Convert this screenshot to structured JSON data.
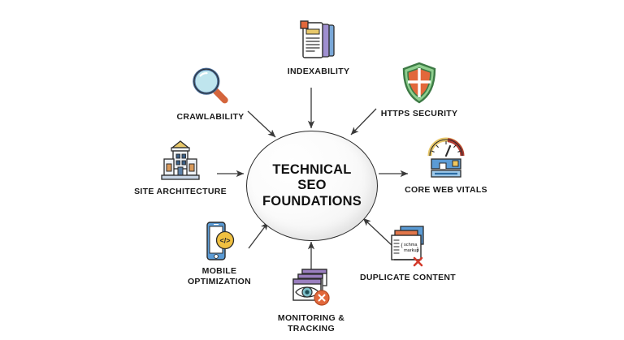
{
  "diagram": {
    "hub": {
      "title": "TECHNICAL\nSEO\nFOUNDATIONS",
      "shape": "circle",
      "fill": "#f2f2f2",
      "stroke": "#2b2b2b"
    },
    "background": "#ffffff",
    "nodes": [
      {
        "id": "indexability",
        "label": "INDEXABILITY",
        "icon": "documents-stack-icon",
        "position": "top",
        "arrow": "inward",
        "colors": {
          "page": "#ffffff",
          "accent": "#e8b54a",
          "back1": "#8f7fc4",
          "back2": "#7aa8d8",
          "badge": "#e2683b"
        }
      },
      {
        "id": "crawlability",
        "label": "CRAWLABILITY",
        "icon": "magnifying-glass-icon",
        "position": "top-left",
        "arrow": "inward",
        "colors": {
          "lens": "#bfe5ee",
          "rim": "#4a6f9c",
          "handle": "#d4653c"
        }
      },
      {
        "id": "https-security",
        "label": "HTTPS SECURITY",
        "icon": "shield-icon",
        "position": "top-right",
        "arrow": "inward",
        "colors": {
          "shield": "#8fcf8f",
          "inner": "#e2683b",
          "cross": "#ffffff",
          "stroke": "#3d7a45"
        }
      },
      {
        "id": "core-web-vitals",
        "label": "CORE WEB VITALS",
        "icon": "speedometer-page-icon",
        "position": "right",
        "arrow": "outward",
        "colors": {
          "gaugeLow": "#e8b54a",
          "gaugeHigh": "#b03a32",
          "page": "#5b9bd5",
          "accent": "#f0c75e"
        }
      },
      {
        "id": "duplicate-content",
        "label": "DUPLICATE CONTENT",
        "icon": "schema-markup-pages-icon",
        "position": "bottom-right",
        "arrow": "inward",
        "text_in_icon": {
          "line1": "schma",
          "line2": "markup"
        },
        "colors": {
          "top": "#5b9bd5",
          "bar": "#e2764a",
          "x": "#d33b2c"
        }
      },
      {
        "id": "monitoring-tracking",
        "label": "MONITORING &\nTRACKING",
        "icon": "eye-windows-icon",
        "position": "bottom",
        "arrow": "inward",
        "colors": {
          "window": "#9b7fc0",
          "eye": "#2f6f7a",
          "badge": "#e2683b"
        }
      },
      {
        "id": "mobile-optimization",
        "label": "MOBILE\nOPTIMIZATION",
        "icon": "smartphone-code-icon",
        "position": "bottom-left",
        "arrow": "inward",
        "text_in_icon": {
          "code": "</>"
        },
        "colors": {
          "phone": "#5b9bd5",
          "screen": "#ffffff",
          "badge": "#f0c040"
        }
      },
      {
        "id": "site-architecture",
        "label": "SITE ARCHITECTURE",
        "icon": "building-icon",
        "position": "left",
        "arrow": "inward",
        "colors": {
          "roof": "#e8c86a",
          "wall": "#eef2f7",
          "trim": "#5b7fa6",
          "door": "#d99a5b"
        }
      }
    ]
  }
}
